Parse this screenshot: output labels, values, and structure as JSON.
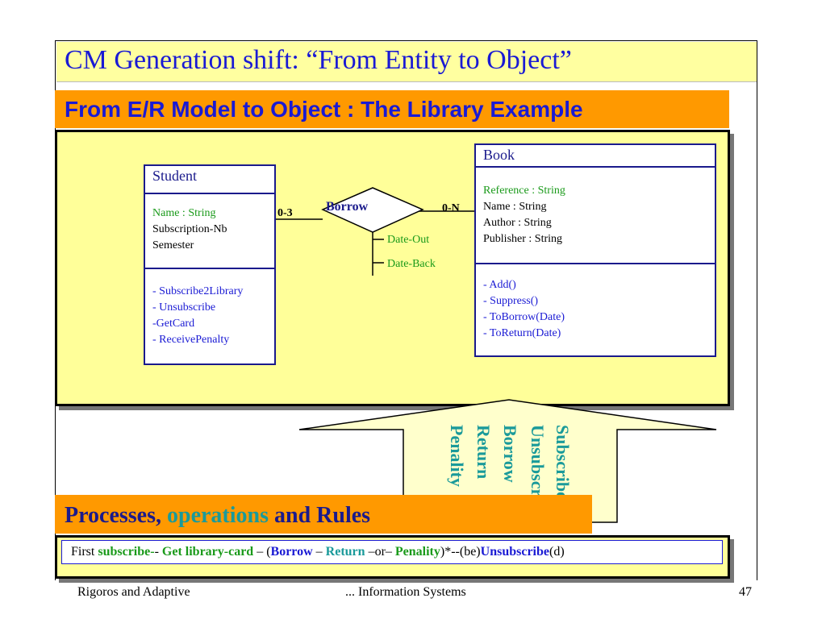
{
  "title": "CM Generation shift: “From Entity to Object”",
  "subtitle": "From E/R Model to Object : The Library Example",
  "student": {
    "name": "Student",
    "attributes": [
      "Name : String",
      "Subscription-Nb",
      "Semester"
    ],
    "operations": [
      "- Subscribe2Library",
      "- Unsubscribe",
      "-GetCard",
      "- ReceivePenalty"
    ]
  },
  "book": {
    "name": "Book",
    "attributes": [
      "Reference : String",
      "Name : String",
      "Author : String",
      "Publisher  : String"
    ],
    "operations": [
      "- Add()",
      "- Suppress()",
      "- ToBorrow(Date)",
      "- ToReturn(Date)"
    ]
  },
  "relationship": {
    "name": "Borrow",
    "left_cardinality": "0-3",
    "right_cardinality": "0-N",
    "attributes": [
      "Date-Out",
      "Date-Back"
    ]
  },
  "arrow_text": [
    "Subscribe",
    "Unsubscribe",
    "Borrow",
    "Return",
    "Penality"
  ],
  "processes": {
    "part1": "Processes, ",
    "part2": "operations",
    "part3": " and Rules"
  },
  "rule": {
    "t1": "First ",
    "t2": "subscribe-",
    "t3": "- ",
    "t4": "Get library-card",
    "t5": " – (",
    "t6": "Borrow",
    "t7": " – ",
    "t8": "Return",
    "t9": " –or– ",
    "t10": "Penality",
    "t11": ")*--(be)",
    "t12": "Unsubscribe",
    "t13": "(d)"
  },
  "footer": {
    "left": "Rigoros and Adaptive",
    "center": "... Information Systems",
    "page": "47"
  }
}
